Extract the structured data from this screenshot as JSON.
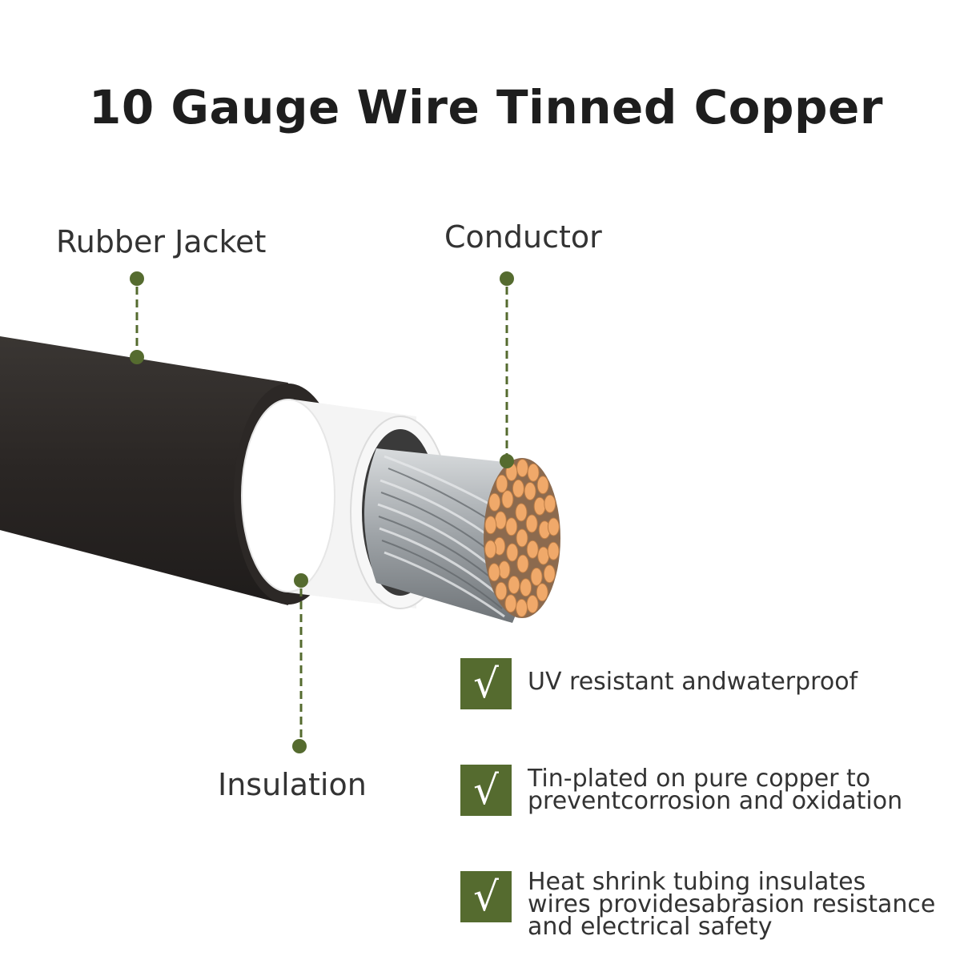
{
  "title": "10 Gauge Wire Tinned Copper",
  "labels": {
    "jacket": "Rubber Jacket",
    "conductor": "Conductor",
    "insulation": "Insulation"
  },
  "features": [
    {
      "icon": "check-icon",
      "line1": "UV resistant andwaterproof",
      "line2": "",
      "line3": ""
    },
    {
      "icon": "check-icon",
      "line1": "Tin-plated on pure copper to",
      "line2": "preventcorrosion and oxidation",
      "line3": ""
    },
    {
      "icon": "check-icon",
      "line1": "Heat shrink tubing insulates",
      "line2": "wires providesabrasion resistance",
      "line3": "and electrical safety"
    }
  ],
  "colors": {
    "accent": "#556b2f",
    "jacket": "#2e2a28",
    "insulation": "#ffffff",
    "strand_copper": "#f0a96a",
    "strand_tin": "#b8bcbf"
  }
}
